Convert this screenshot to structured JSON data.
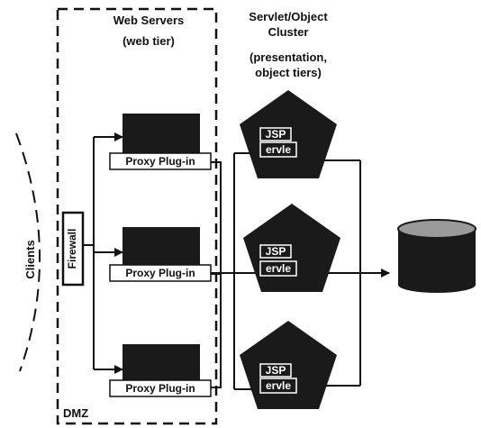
{
  "web_tier": {
    "title_line1": "Web Servers",
    "title_line2": "(web tier)"
  },
  "cluster": {
    "title_line1": "Servlet/Object",
    "title_line2": "Cluster",
    "title_line3": "(presentation,",
    "title_line4": "object tiers)"
  },
  "dmz_label": "DMZ",
  "clients_label": "Clients",
  "firewall_label": "Firewall",
  "web_servers": [
    {
      "plugin_label": "Proxy Plug-in"
    },
    {
      "plugin_label": "Proxy Plug-in"
    },
    {
      "plugin_label": "Proxy Plug-in"
    }
  ],
  "cluster_nodes": [
    {
      "jsp_label": "JSP",
      "servlet_label": "ervle"
    },
    {
      "jsp_label": "JSP",
      "servlet_label": "ervle"
    },
    {
      "jsp_label": "JSP",
      "servlet_label": "ervle"
    }
  ],
  "colors": {
    "ink": "#111111",
    "fill_dark": "#1a1a1a",
    "background": "#ffffff"
  }
}
